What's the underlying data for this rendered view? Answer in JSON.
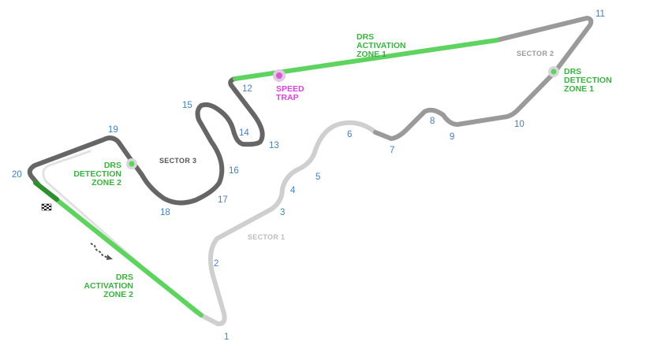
{
  "turns": [
    "1",
    "2",
    "3",
    "4",
    "5",
    "6",
    "7",
    "8",
    "9",
    "10",
    "11",
    "12",
    "13",
    "14",
    "15",
    "16",
    "17",
    "18",
    "19",
    "20"
  ],
  "sectors": {
    "s1": "SECTOR 1",
    "s2": "SECTOR 2",
    "s3": "SECTOR 3"
  },
  "drs_activation_1": [
    "DRS",
    "ACTIVATION",
    "ZONE 1"
  ],
  "drs_activation_2": [
    "DRS",
    "ACTIVATION",
    "ZONE 2"
  ],
  "drs_detection_1": [
    "DRS",
    "DETECTION",
    "ZONE 1"
  ],
  "drs_detection_2": [
    "DRS",
    "DETECTION",
    "ZONE 2"
  ],
  "speed_trap": [
    "SPEED",
    "TRAP"
  ],
  "colors": {
    "sector1": "#cfcfcf",
    "sector2": "#9a9a9a",
    "sector3": "#666666",
    "drs": "#5fd35f",
    "turn_label": "#4a7fb5",
    "drs_text": "#3cb043",
    "speed_trap": "#e040e0"
  }
}
